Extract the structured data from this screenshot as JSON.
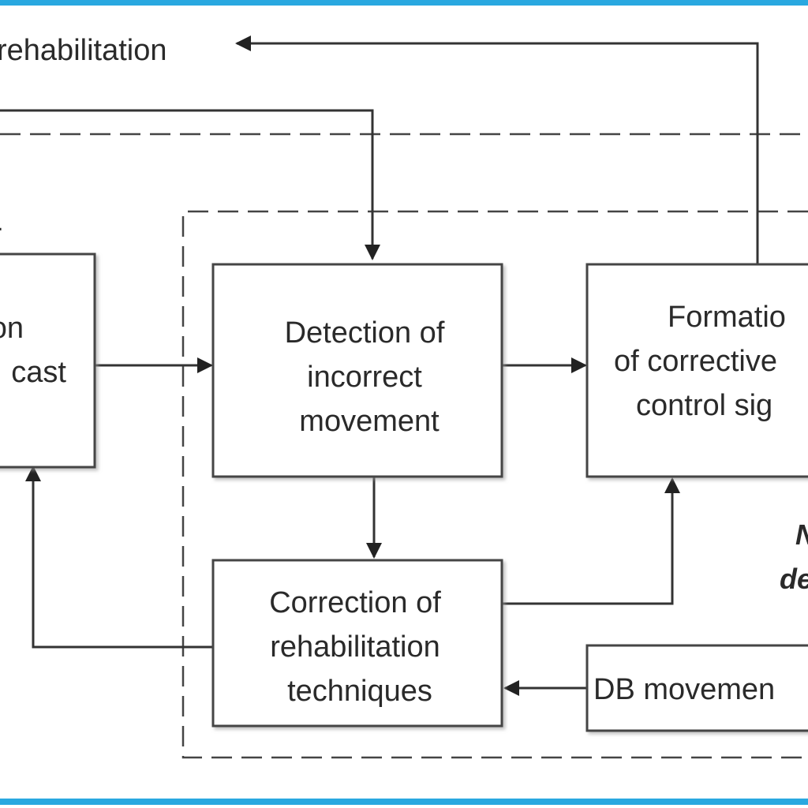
{
  "diagram": {
    "top_label": "rehabilitation",
    "left_block": {
      "line1": "on",
      "line2": "cast"
    },
    "left_dot": ".",
    "detection": {
      "line1": "Detection of",
      "line2": "incorrect",
      "line3": "movement"
    },
    "formation": {
      "line1": "Formatio",
      "line2": "of corrective",
      "line3": "control sig"
    },
    "correction": {
      "line1": "Correction of",
      "line2": "rehabilitation",
      "line3": "techniques"
    },
    "db": {
      "label": "DB movemen"
    },
    "side_label": {
      "line1": "N",
      "line2": "de"
    }
  },
  "colors": {
    "frame": "#29a8e0",
    "box_stroke": "#444444",
    "text": "#2a2a2a"
  }
}
